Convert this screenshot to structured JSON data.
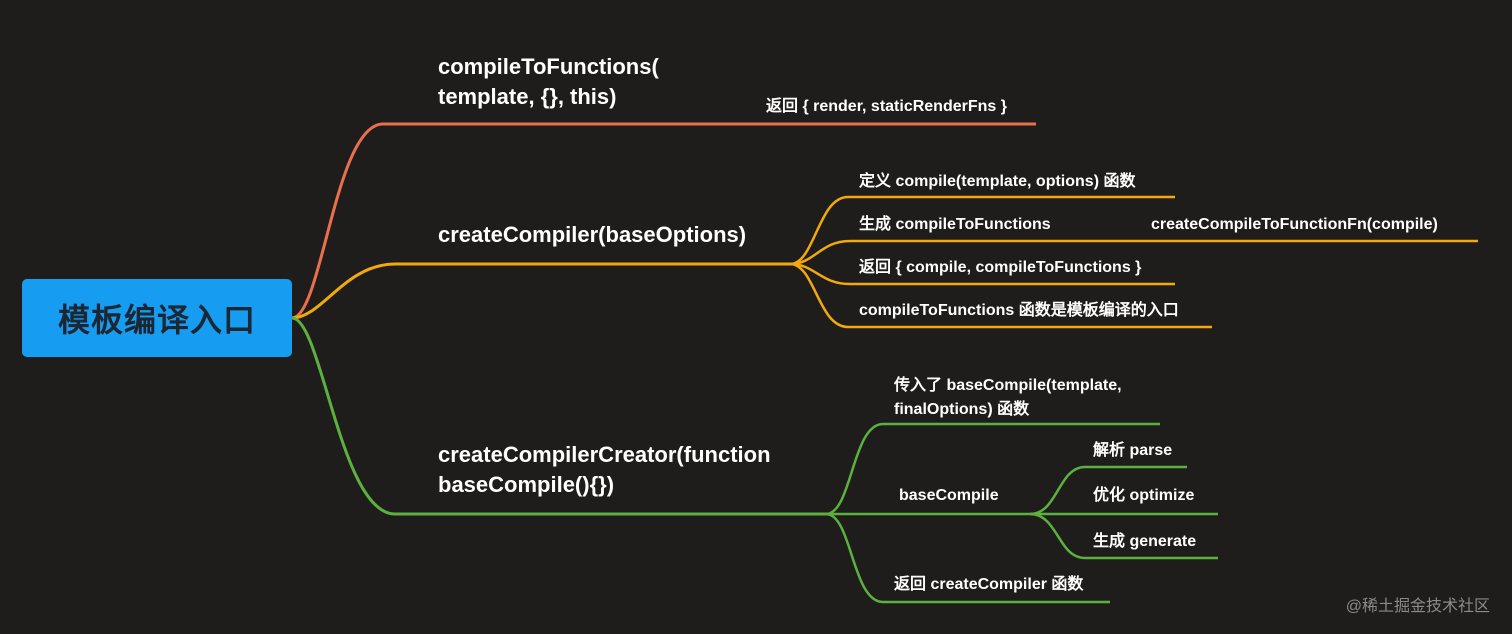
{
  "root": {
    "label": "模板编译入口"
  },
  "colors": {
    "background": "#1e1d1b",
    "root_fill": "#169cf0",
    "branch1": "#e8704f",
    "branch2": "#f2a90c",
    "branch3": "#5cb13e"
  },
  "branches": [
    {
      "label_lines": [
        "compileToFunctions(",
        "template, {}, this)"
      ],
      "children": [
        "返回 { render, staticRenderFns }"
      ]
    },
    {
      "label": "createCompiler(baseOptions)",
      "children": [
        "定义 compile(template, options) 函数",
        "生成 compileToFunctions",
        "返回 { compile, compileToFunctions }",
        "compileToFunctions 函数是模板编译的入口"
      ],
      "grandchild": "createCompileToFunctionFn(compile)"
    },
    {
      "label_lines": [
        "createCompilerCreator(function",
        "baseCompile(){})"
      ],
      "children": [
        [
          "传入了 baseCompile(template,",
          "finalOptions) 函数"
        ],
        "baseCompile",
        "返回 createCompiler 函数"
      ],
      "grandchildren": [
        "解析 parse",
        "优化 optimize",
        "生成 generate"
      ]
    }
  ],
  "watermark": "@稀土掘金技术社区"
}
